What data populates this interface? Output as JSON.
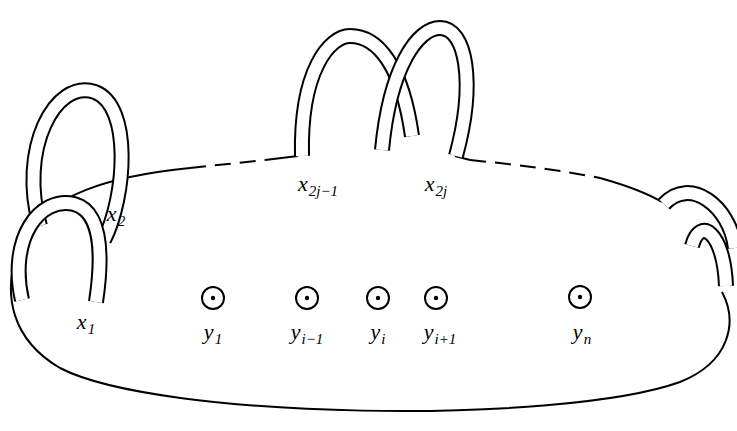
{
  "diagram": {
    "labels": [
      "x2j−1",
      "x2j",
      "x2",
      "x1",
      "y1",
      "yi−1",
      "yi",
      "yi+1",
      "yn"
    ]
  }
}
